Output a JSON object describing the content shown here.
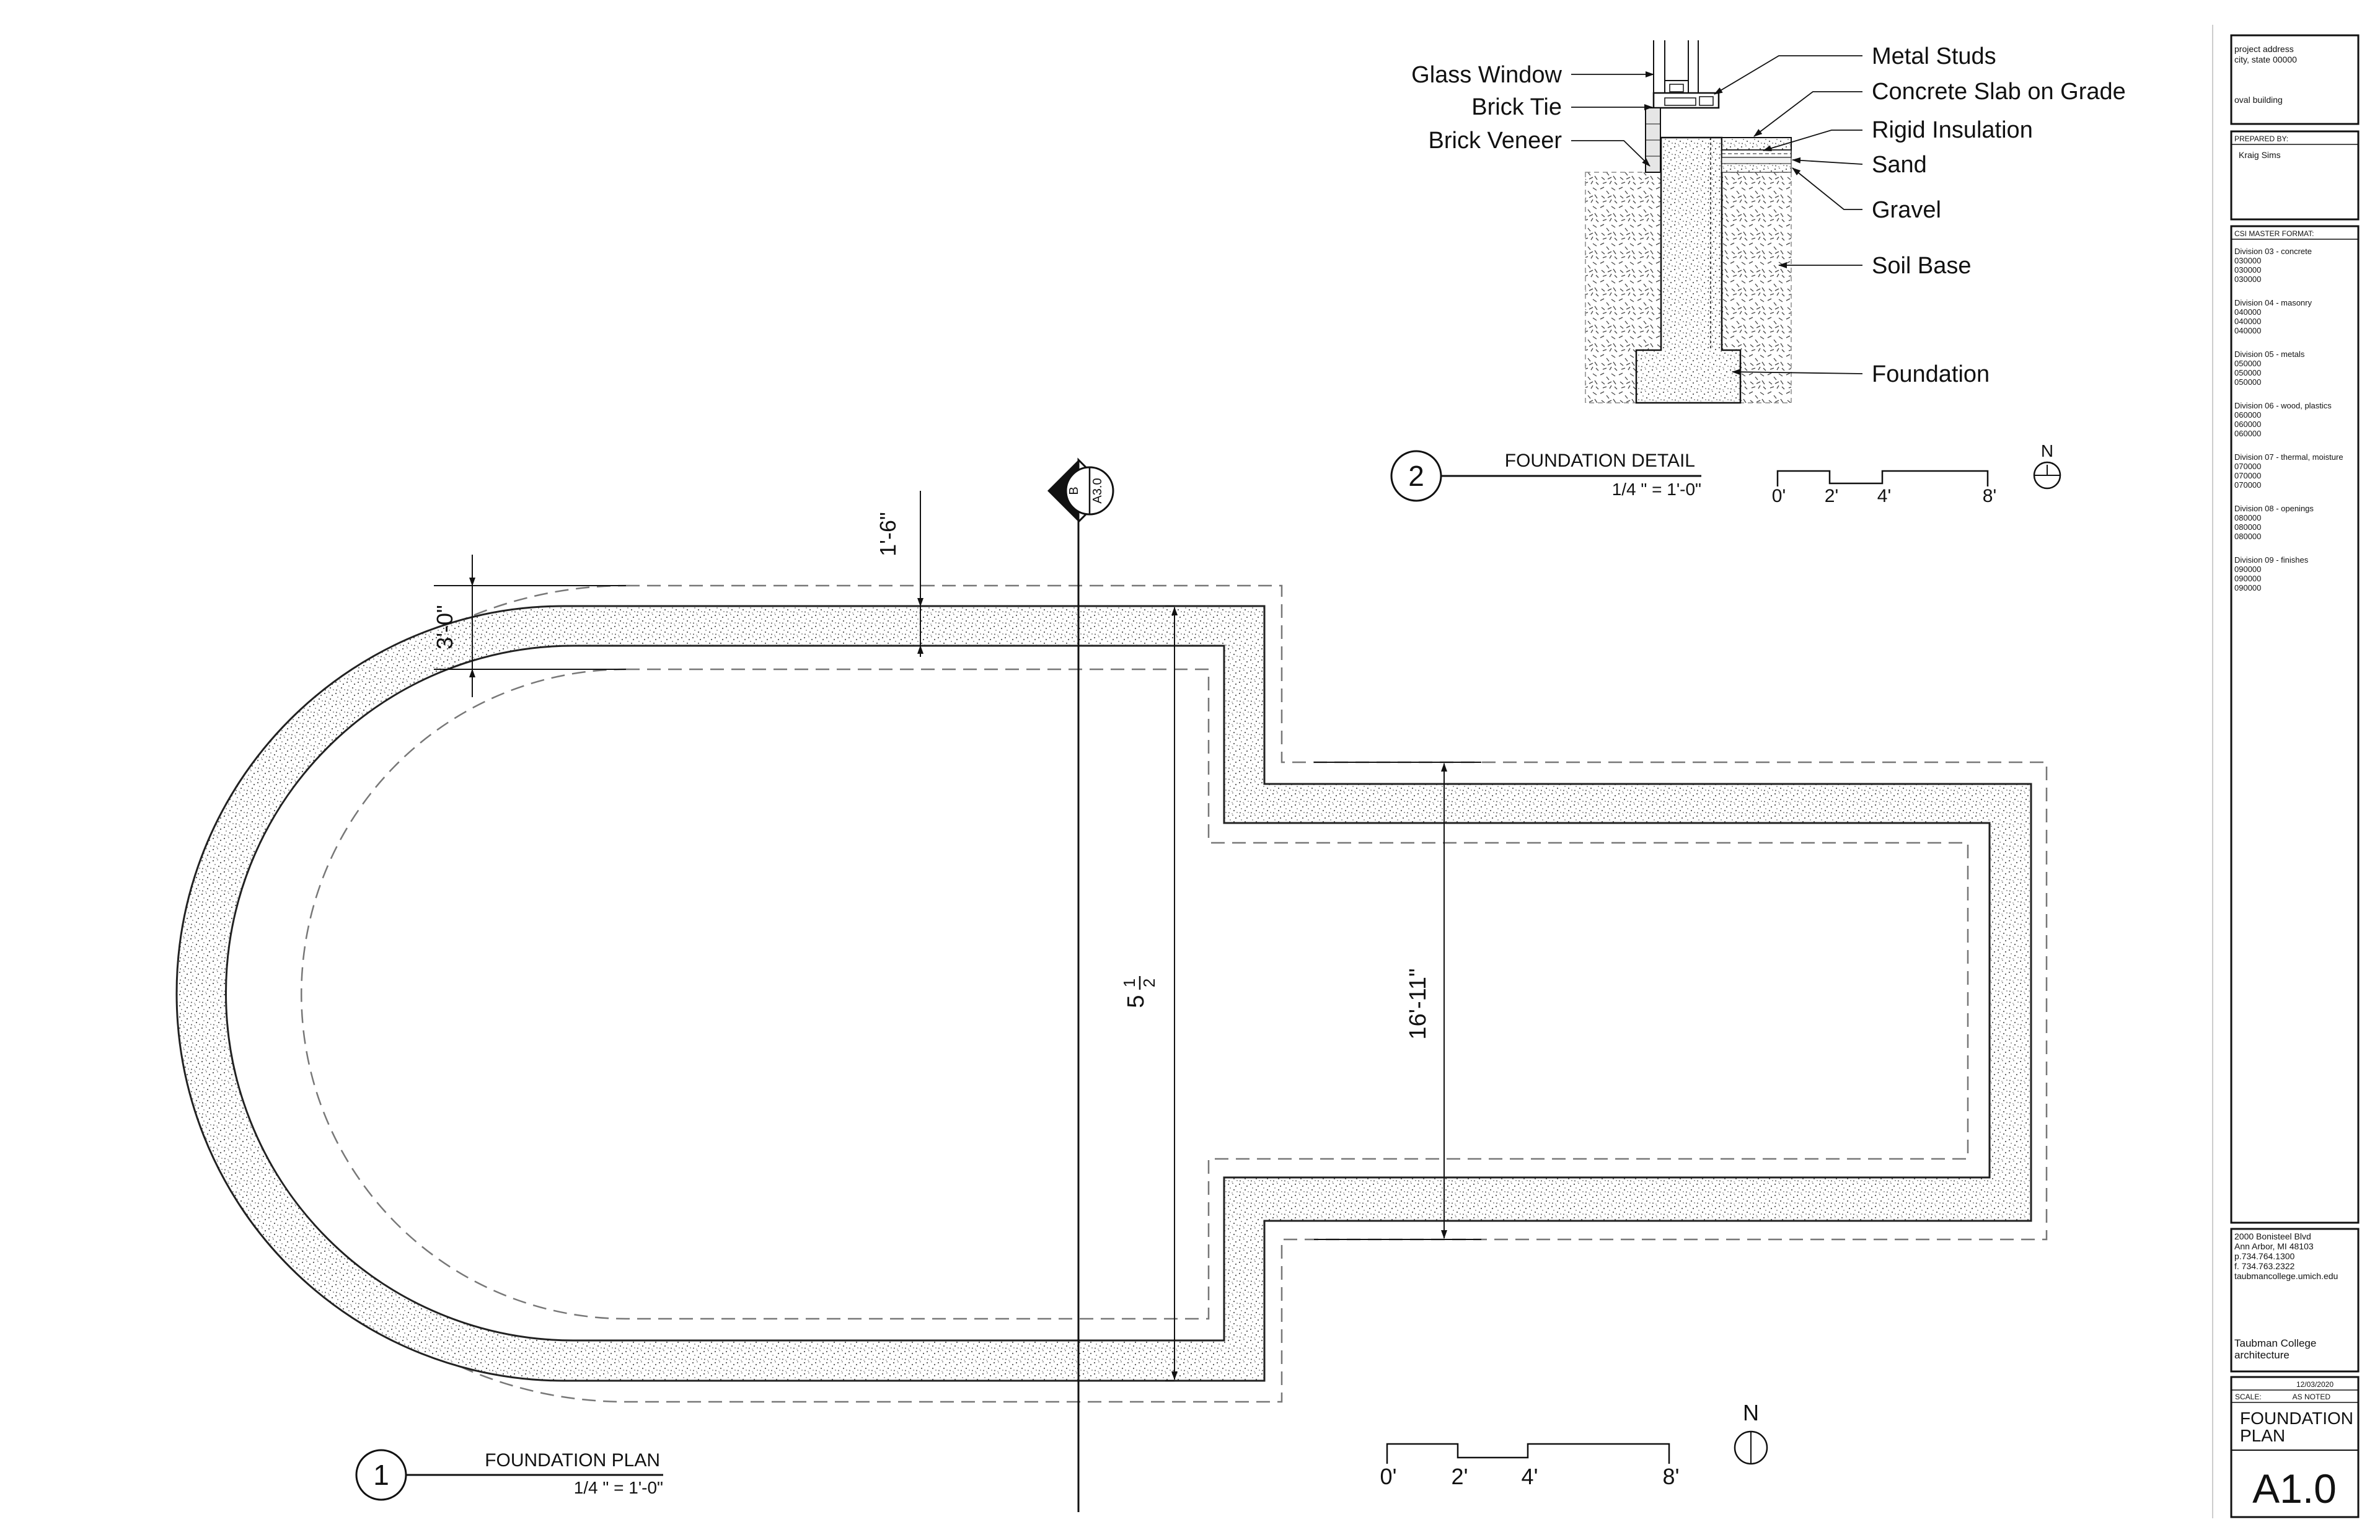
{
  "detail_labels": {
    "glass_window": "Glass Window",
    "brick_tie": "Brick Tie",
    "brick_veneer": "Brick Veneer",
    "metal_studs": "Metal Studs",
    "concrete_slab": "Concrete Slab on Grade",
    "rigid_insulation": "Rigid Insulation",
    "sand": "Sand",
    "gravel": "Gravel",
    "soil_base": "Soil Base",
    "foundation": "Foundation"
  },
  "detail_view": {
    "number": "2",
    "title": "FOUNDATION DETAIL",
    "scale": "1/4 \" = 1'-0\""
  },
  "plan_view": {
    "number": "1",
    "title": "FOUNDATION PLAN",
    "scale": "1/4 \" = 1'-0\""
  },
  "section_marker": {
    "letter": "B",
    "sheet": "A3.0"
  },
  "dimensions": {
    "wall_offset": "1'-6\"",
    "footing_width": "3'-0\"",
    "wing_depth": "16'-11\"",
    "main_depth_whole": "5",
    "main_depth_num": "1",
    "main_depth_den": "2"
  },
  "scale_bar": {
    "t0": "0'",
    "t2": "2'",
    "t4": "4'",
    "t8": "8'"
  },
  "north": "N",
  "title_block": {
    "project_address_1": "project address",
    "project_address_2": "city, state 00000",
    "project_name": "oval building",
    "prepared_by_label": "PREPARED BY:",
    "prepared_by": "Kraig Sims",
    "csi_label": "CSI MASTER FORMAT:",
    "divisions": [
      {
        "title": "Division 03 - concrete",
        "codes": [
          "030000",
          "030000",
          "030000"
        ]
      },
      {
        "title": "Division 04 - masonry",
        "codes": [
          "040000",
          "040000",
          "040000"
        ]
      },
      {
        "title": "Division 05 - metals",
        "codes": [
          "050000",
          "050000",
          "050000"
        ]
      },
      {
        "title": "Division 06 - wood, plastics",
        "codes": [
          "060000",
          "060000",
          "060000"
        ]
      },
      {
        "title": "Division 07 - thermal, moisture",
        "codes": [
          "070000",
          "070000",
          "070000"
        ]
      },
      {
        "title": "Division 08 - openings",
        "codes": [
          "080000",
          "080000",
          "080000"
        ]
      },
      {
        "title": "Division 09 - finishes",
        "codes": [
          "090000",
          "090000",
          "090000"
        ]
      }
    ],
    "address_1": "2000 Bonisteel Blvd",
    "address_2": "Ann Arbor, MI 48103",
    "phone": "p.734.764.1300",
    "fax": "f. 734.763.2322",
    "web": "taubmancollege.umich.edu",
    "school_1": "Taubman College",
    "school_2": "architecture",
    "date": "12/03/2020",
    "scale_label": "SCALE:",
    "scale_value": "AS NOTED",
    "sheet_title_1": "FOUNDATION",
    "sheet_title_2": "PLAN",
    "sheet_number": "A1.0"
  }
}
